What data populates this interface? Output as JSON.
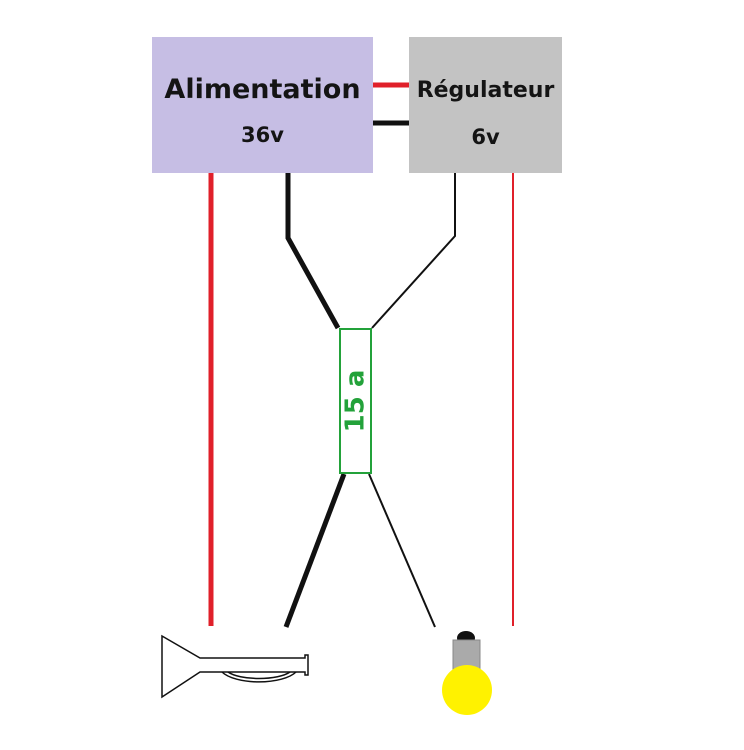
{
  "power_supply": {
    "label": "Alimentation",
    "voltage": "36v",
    "color": "#c6bee4"
  },
  "regulator": {
    "label": "Régulateur",
    "voltage": "6v",
    "color": "#c3c3c3"
  },
  "fuse": {
    "label": "15 a",
    "color": "#23a23a"
  },
  "wire_colors": {
    "positive": "#e0202a",
    "negative": "#111111"
  },
  "components": {
    "horn_icon": "horn-icon",
    "bulb_icon": "light-bulb-icon",
    "bulb_color": "#fff200"
  }
}
